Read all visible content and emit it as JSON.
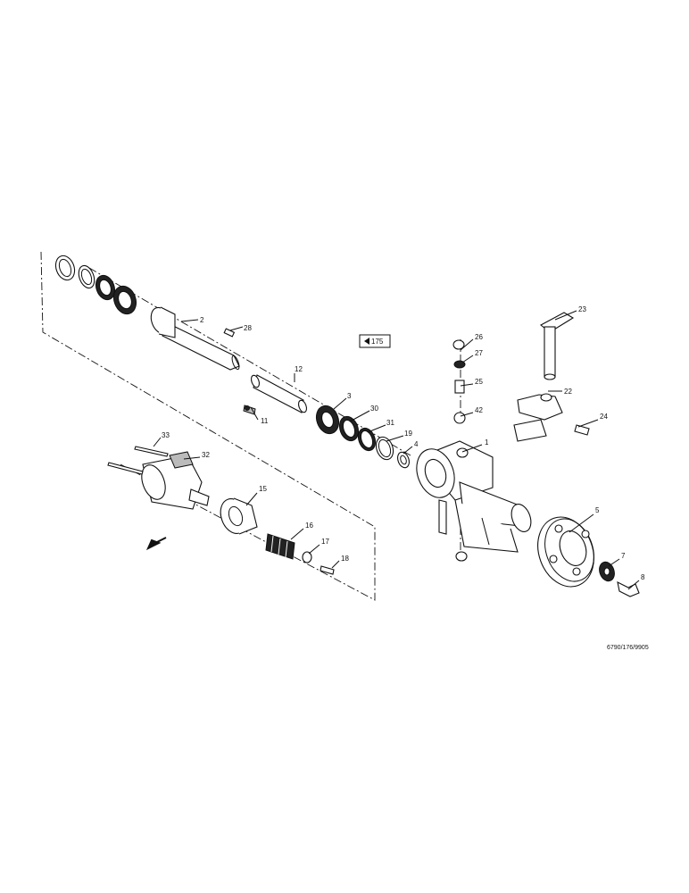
{
  "callouts": {
    "c1": "1",
    "c2": "2",
    "c3": "3",
    "c4": "4",
    "c5": "5",
    "c7": "7",
    "c8": "8",
    "c11": "11",
    "c12": "12",
    "c15": "15",
    "c16": "16",
    "c17": "17",
    "c18": "18",
    "c19": "19",
    "c22": "22",
    "c23": "23",
    "c24": "24",
    "c25": "25",
    "c26": "26",
    "c27": "27",
    "c28": "28",
    "c30": "30",
    "c31": "31",
    "c32": "32",
    "c33": "33",
    "c42": "42"
  },
  "reference": {
    "label": "175",
    "icon": "left-triangle-arrow-icon"
  },
  "direction_arrow": {
    "icon": "direction-arrow-icon"
  },
  "drawing_code": "6790/176/9905"
}
